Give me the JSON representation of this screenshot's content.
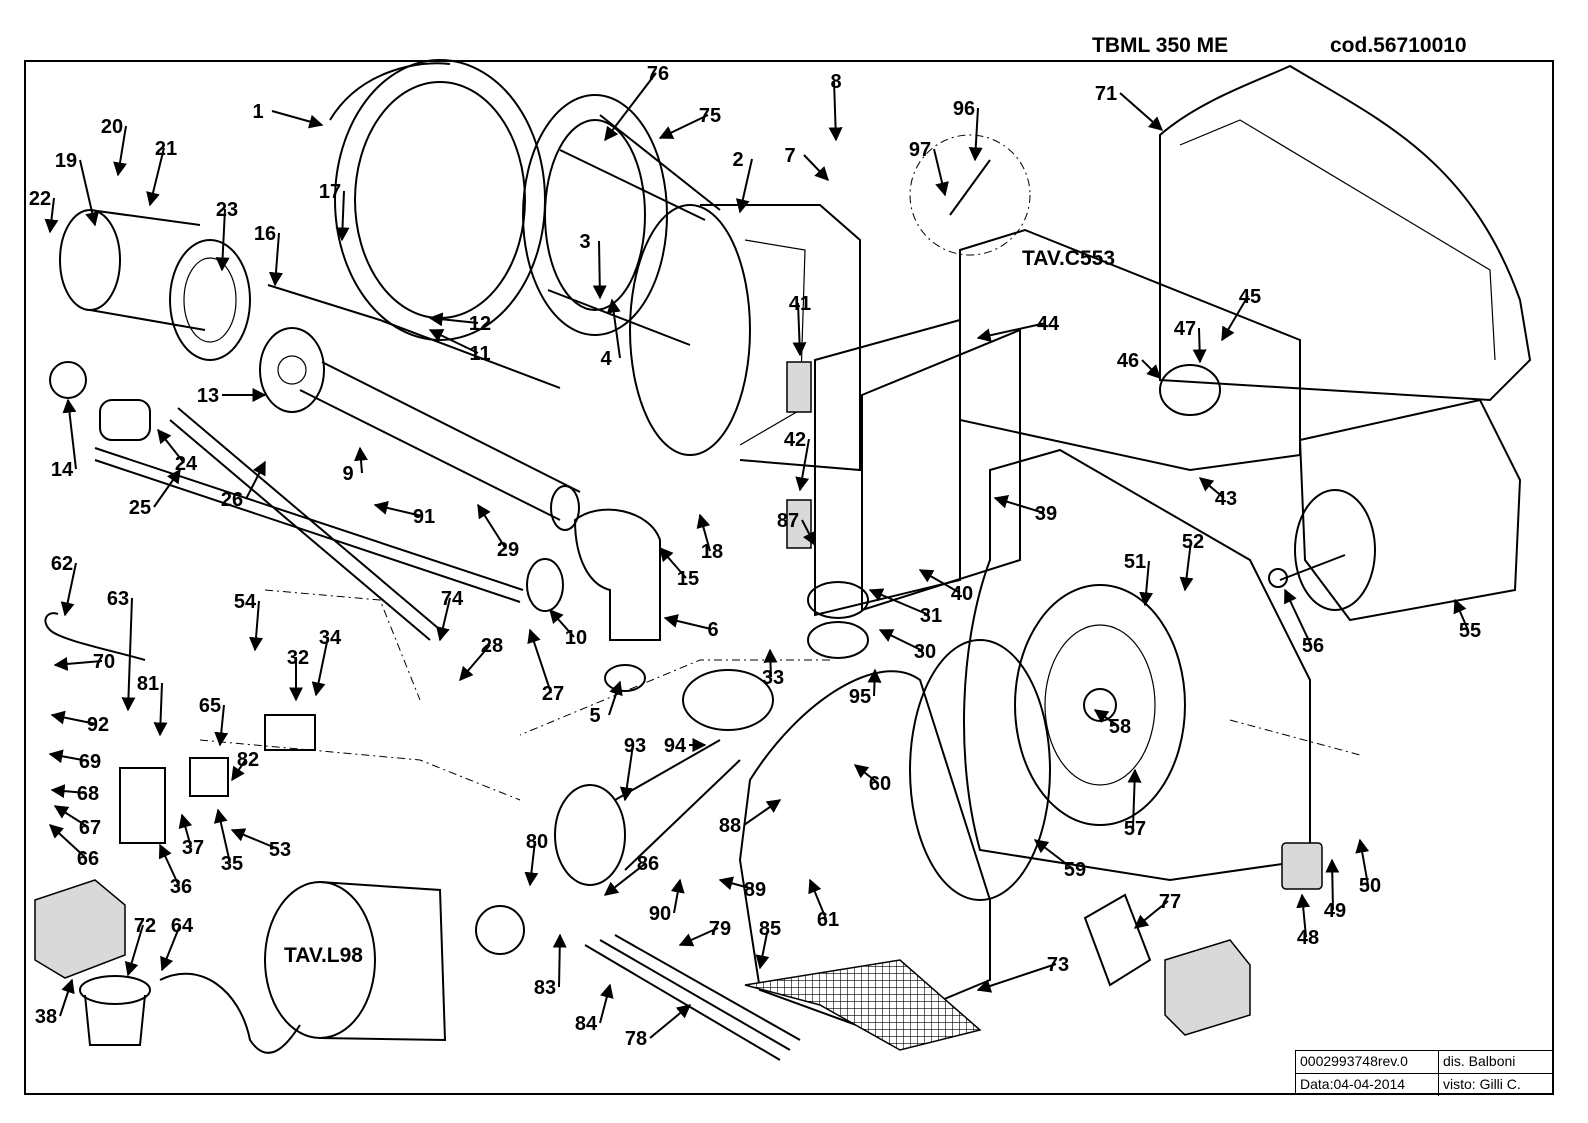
{
  "header": {
    "model": "TBML 350 ME",
    "code": "cod.56710010"
  },
  "refs": {
    "tav_c553": "TAV.C553",
    "tav_l98": "TAV.L98"
  },
  "title_block": {
    "doc_number": "0002993748rev.0",
    "drawn_by": "dis. Balboni",
    "date": "Data:04-04-2014",
    "checked_by": "visto: Gilli C."
  },
  "part_numbers": [
    "1",
    "2",
    "3",
    "4",
    "5",
    "6",
    "7",
    "8",
    "9",
    "10",
    "11",
    "12",
    "13",
    "14",
    "15",
    "16",
    "17",
    "18",
    "19",
    "20",
    "21",
    "22",
    "23",
    "24",
    "25",
    "26",
    "27",
    "28",
    "29",
    "30",
    "31",
    "32",
    "33",
    "34",
    "35",
    "36",
    "37",
    "38",
    "39",
    "40",
    "41",
    "42",
    "43",
    "44",
    "45",
    "46",
    "47",
    "48",
    "49",
    "50",
    "51",
    "52",
    "53",
    "54",
    "55",
    "56",
    "57",
    "58",
    "59",
    "60",
    "61",
    "62",
    "63",
    "64",
    "65",
    "66",
    "67",
    "68",
    "69",
    "70",
    "71",
    "72",
    "73",
    "74",
    "75",
    "76",
    "77",
    "78",
    "79",
    "80",
    "81",
    "82",
    "83",
    "84",
    "85",
    "86",
    "87",
    "88",
    "89",
    "90",
    "91",
    "92",
    "93",
    "94",
    "95",
    "96",
    "97"
  ]
}
